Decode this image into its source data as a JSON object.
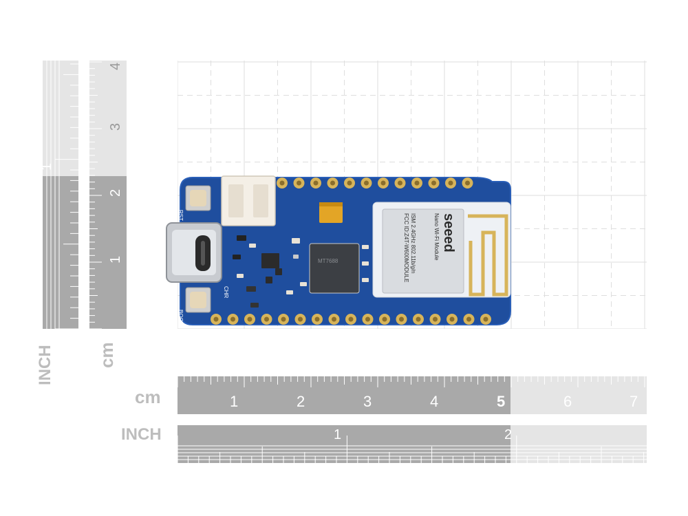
{
  "cm_ruler": {
    "unit_label": "cm",
    "ticks": [
      "1",
      "2",
      "3",
      "4",
      "5",
      "6",
      "7"
    ],
    "highlight_tick": "5"
  },
  "inch_ruler": {
    "unit_label": "INCH",
    "ticks": [
      "1",
      "2"
    ]
  },
  "vertical_cm_ruler": {
    "unit_label": "cm",
    "ticks": [
      "1",
      "2",
      "3",
      "4"
    ]
  },
  "vertical_inch_ruler": {
    "unit_label": "INCH",
    "ticks": [
      "1"
    ]
  },
  "board": {
    "brand": "seeed",
    "module_name": "Nano Wi-Fi Module",
    "module_line1": "ISM 2.4GHz 802.11b/g/n",
    "module_line2": "FCC ID:Z4T-W600MODULE",
    "chip_text": "MT7688",
    "side_label_top": "RST",
    "side_label_bottom": "BOOT",
    "led_label": "CHR",
    "colors": {
      "pcb": "#1f4e9e",
      "pcb_edge": "#2a5fb8",
      "gold": "#d7b45a",
      "module": "#eef1f5",
      "shield": "#d9dce0"
    }
  }
}
